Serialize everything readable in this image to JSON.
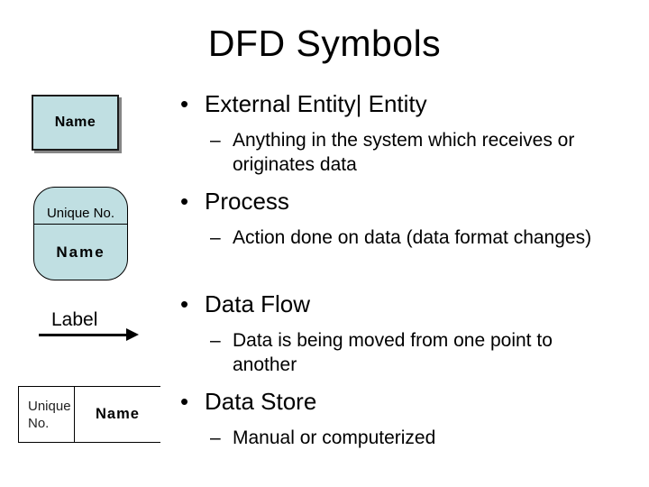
{
  "title": "DFD Symbols",
  "markers": {
    "bullet": "•",
    "dash": "–"
  },
  "colors": {
    "shape_fill": "#c0dfe2",
    "shape_border": "#000000",
    "shape_shadow": "#868686",
    "text": "#000000",
    "background": "#ffffff"
  },
  "diagram": {
    "external_entity": {
      "name_label": "Name"
    },
    "process": {
      "number_label": "Unique No.",
      "name_label": "Name"
    },
    "data_flow": {
      "label": "Label"
    },
    "data_store": {
      "number_label": "Unique No.",
      "name_label": "Name"
    }
  },
  "bullets": [
    {
      "term": "External Entity| Entity",
      "definition": "Anything in the system which receives or originates data"
    },
    {
      "term": "Process",
      "definition": "Action done on data (data format changes)"
    },
    {
      "term": "Data Flow",
      "definition": "Data is being moved from one point to another"
    },
    {
      "term": "Data Store",
      "definition": "Manual or computerized"
    }
  ]
}
